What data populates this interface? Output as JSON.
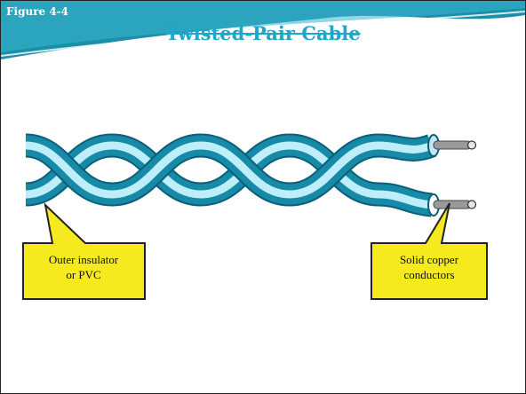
{
  "slide": {
    "figure_label": "Figure 4-4",
    "title": "Twisted-Pair Cable"
  },
  "diagram": {
    "callouts": {
      "left_line1": "Outer insulator",
      "left_line2": "or PVC",
      "right_line1": "Solid copper",
      "right_line2": "conductors"
    },
    "colors": {
      "header_teal": "#1b8ea8",
      "cable_outer": "#168aa6",
      "cable_highlight": "#bdeefa",
      "callout_fill": "#f5ea1e"
    }
  }
}
